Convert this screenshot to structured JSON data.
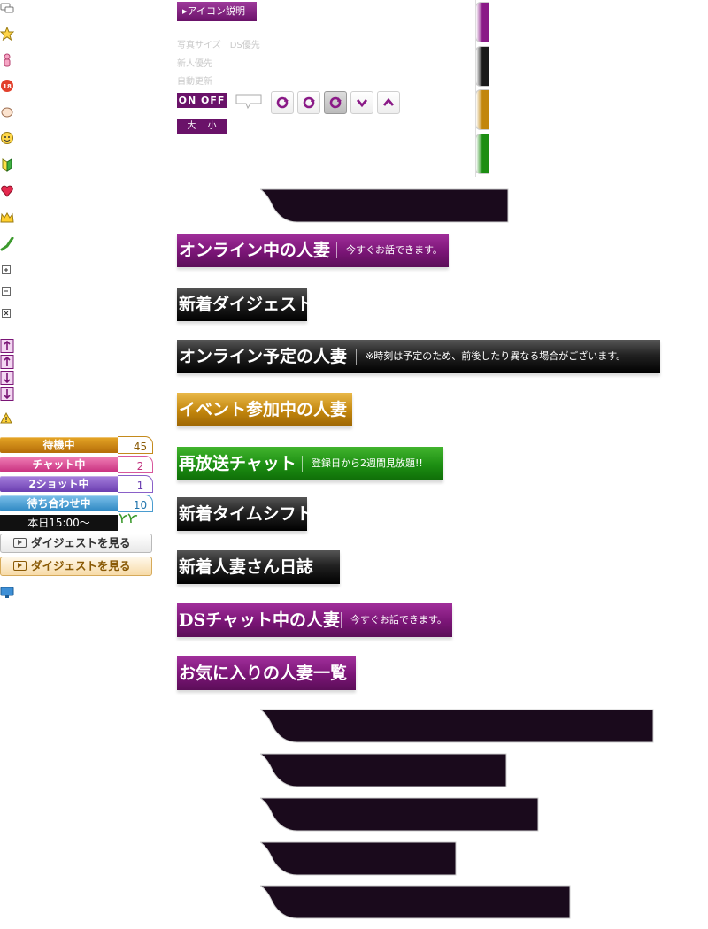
{
  "left_icons": [
    {
      "name": "chat-bubbles-icon"
    },
    {
      "name": "star-icon"
    },
    {
      "name": "person-icon"
    },
    {
      "name": "age-18-icon",
      "label": "18"
    },
    {
      "name": "hand-icon"
    },
    {
      "name": "smile-face-icon"
    },
    {
      "name": "beginner-mark-icon"
    },
    {
      "name": "heart-icon"
    },
    {
      "name": "crown-icon"
    },
    {
      "name": "japan-map-icon"
    },
    {
      "name": "plus-box-icon"
    },
    {
      "name": "minus-box-icon"
    },
    {
      "name": "close-box-icon"
    },
    {
      "name": "arrow-up-icon"
    },
    {
      "name": "arrow-up-icon"
    },
    {
      "name": "arrow-down-icon"
    },
    {
      "name": "arrow-down-icon"
    },
    {
      "name": "warning-icon"
    },
    {
      "name": "monitor-icon"
    }
  ],
  "statuses": [
    {
      "label": "待機中",
      "count": "45"
    },
    {
      "label": "チャット中",
      "count": "2"
    },
    {
      "label": "2ショット中",
      "count": "1"
    },
    {
      "label": "待ち合わせ中",
      "count": "10"
    }
  ],
  "today_label": "本日15:00〜",
  "digest_buttons": [
    "ダイジェストを見る",
    "ダイジェストを見る"
  ],
  "controls": {
    "icon_desc": "▸アイコン説明",
    "photo_size": "写真サイズ　DS優先",
    "new_priority": "新人優先",
    "auto_update": "自動更新",
    "on_off": "ON OFF",
    "size_label": "大 小"
  },
  "banners": [
    {
      "title": "オンライン中の人妻",
      "sub": "今すぐお話できます。"
    },
    {
      "title": "新着ダイジェスト",
      "sub": ""
    },
    {
      "title": "オンライン予定の人妻",
      "sub": "※時刻は予定のため、前後したり異なる場合がございます。"
    },
    {
      "title": "イベント参加中の人妻",
      "sub": ""
    },
    {
      "title": "再放送チャット",
      "sub": "登録日から2週間見放題!!"
    },
    {
      "title": "新着タイムシフト",
      "sub": ""
    },
    {
      "title": "新着人妻さん日誌",
      "sub": ""
    },
    {
      "title": "DSチャット中の人妻",
      "sub": "今すぐお話できます。"
    },
    {
      "title": "お気に入りの人妻一覧",
      "sub": ""
    }
  ],
  "colors": {
    "purple": "#7a1576",
    "black": "#111111",
    "gold": "#c2860d",
    "green": "#1c8e12",
    "swoosh": "#1a0a1c"
  }
}
